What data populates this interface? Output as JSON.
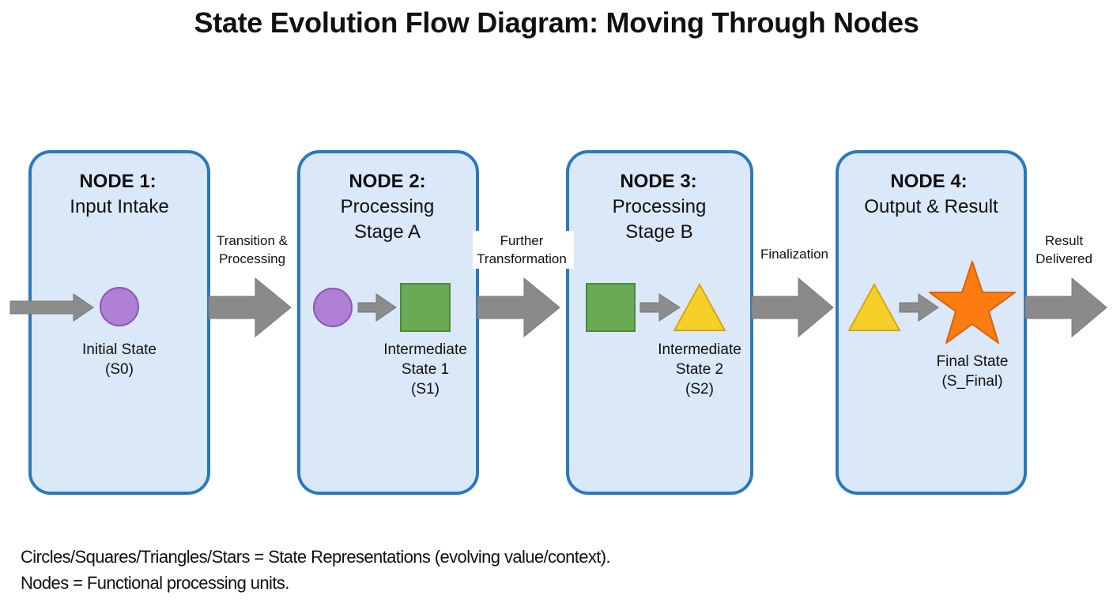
{
  "title": "State Evolution Flow Diagram: Moving Through Nodes",
  "nodes": [
    {
      "heading": "NODE 1:",
      "subtitle_lines": [
        "Input Intake"
      ],
      "state_label_lines": [
        "Initial State",
        "(S0)"
      ]
    },
    {
      "heading": "NODE 2:",
      "subtitle_lines": [
        "Processing",
        "Stage A"
      ],
      "state_label_lines": [
        "Intermediate",
        "State 1",
        "(S1)"
      ]
    },
    {
      "heading": "NODE 3:",
      "subtitle_lines": [
        "Processing",
        "Stage B"
      ],
      "state_label_lines": [
        "Intermediate",
        "State 2",
        "(S2)"
      ]
    },
    {
      "heading": "NODE 4:",
      "subtitle_lines": [
        "Output & Result"
      ],
      "state_label_lines": [
        "Final State",
        "(S_Final)"
      ]
    }
  ],
  "transitions": [
    {
      "label_lines": [
        "Transition &",
        "Processing"
      ]
    },
    {
      "label_lines": [
        "Further",
        "Transformation"
      ]
    },
    {
      "label_lines": [
        "Finalization"
      ]
    },
    {
      "label_lines": [
        "Result",
        "Delivered"
      ]
    }
  ],
  "shapes": {
    "circle": {
      "name": "circle",
      "fill": "#b07fd6",
      "stroke": "#8a55b3"
    },
    "square": {
      "name": "square",
      "fill": "#6aaa54",
      "stroke": "#4b8a3a"
    },
    "triangle": {
      "name": "triangle",
      "fill": "#f5d028",
      "stroke": "#d9a514"
    },
    "star": {
      "name": "star",
      "fill": "#fb7d12",
      "stroke": "#d8620a"
    }
  },
  "colors": {
    "node_fill": "#dbe8f8",
    "node_border": "#2a78c0",
    "arrow": "#8a8a8a"
  },
  "legend": {
    "line1": "Circles/Squares/Triangles/Stars = State Representations (evolving value/context).",
    "line2": "Nodes = Functional processing units."
  }
}
